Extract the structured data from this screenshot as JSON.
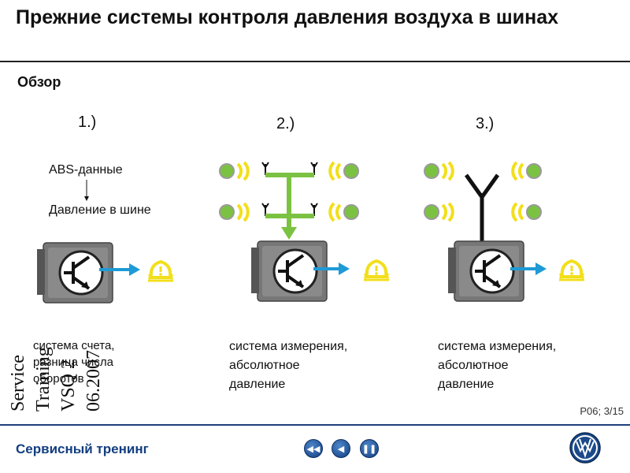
{
  "title": "Прежние системы контроля давления воздуха в шинах",
  "subtitle": "Обзор",
  "systems": [
    {
      "number": "1.)",
      "caption_lines": [
        "система счета,",
        "разница числа",
        "оборотов"
      ]
    },
    {
      "number": "2.)",
      "caption_lines": [
        "система измерения,",
        "абсолютное",
        "давление"
      ]
    },
    {
      "number": "3.)",
      "caption_lines": [
        "система измерения,",
        "абсолютное",
        "давление"
      ]
    }
  ],
  "system1_labels": {
    "abs": "ABS-данные",
    "tire": "Давление в шине"
  },
  "vertical_text": [
    "Service",
    "Training",
    "VSQ 2",
    "06.2007"
  ],
  "page_indicator": "P06; 3/15",
  "footer": {
    "title": "Сервисный тренинг"
  },
  "nav": [
    "rewind-icon",
    "back-icon",
    "pause-icon"
  ],
  "colors": {
    "green": "#7cc242",
    "yellow": "#f2df1a",
    "blue": "#1e9ad6",
    "box": "#6e6e6e",
    "brand": "#123e80"
  }
}
